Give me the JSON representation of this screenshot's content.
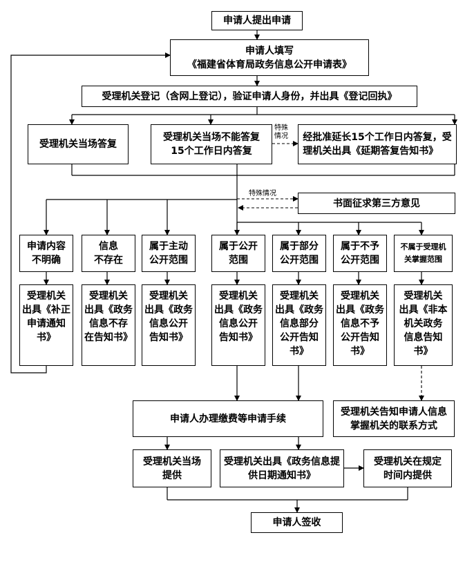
{
  "nodes": {
    "apply": "申请人提出申请",
    "fill": "申请人填写\n《福建省体育局政务信息公开申请表》",
    "register": "受理机关登记（含网上登记），验证申请人身份，并出具《登记回执》",
    "on_spot": "受理机关当场答复",
    "within15": "受理机关当场不能答复\n15个工作日内答复",
    "extend": "经批准延长15个工作日内答复，受\n理机关出具《延期答复告知书》",
    "third_party": "书面征求第三方意见",
    "unclear": "申请内容\n不明确",
    "not_exist": "信息\n不存在",
    "active": "属于主动\n公开范围",
    "public": "属于公开\n范围",
    "partial": "属于部分\n公开范围",
    "not_public": "属于不予\n公开范围",
    "not_held": "不属于受理机\n关掌握范围",
    "n_correct": "受理机关\n出具《补正\n申请通知\n书》",
    "n_not_exist": "受理机关\n出具《政务\n信息不存\n在告知书》",
    "n_active": "受理机关\n出具《政务\n信息公开\n告知书》",
    "n_public": "受理机关\n出具《政务\n信息公开\n告知书》",
    "n_partial": "受理机关\n出具《政务\n信息部分\n公开告知\n书》",
    "n_not_public": "受理机关\n出具《政务\n信息不予\n公开告知\n书》",
    "n_not_held": "受理机关\n出具《非本\n机关政务\n信息告知\n书》",
    "fees": "申请人办理缴费等申请手续",
    "inform_contact": "受理机关告知申请人信息\n掌握机关的联系方式",
    "provide_now": "受理机关当场\n提供",
    "provide_date": "受理机关出具《政务信息提\n供日期通知书》",
    "provide_later": "受理机关在规定\n时间内提供",
    "sign": "申请人签收"
  },
  "labels": {
    "special_1": "特殊\n情况",
    "special_2": "特殊情况"
  }
}
